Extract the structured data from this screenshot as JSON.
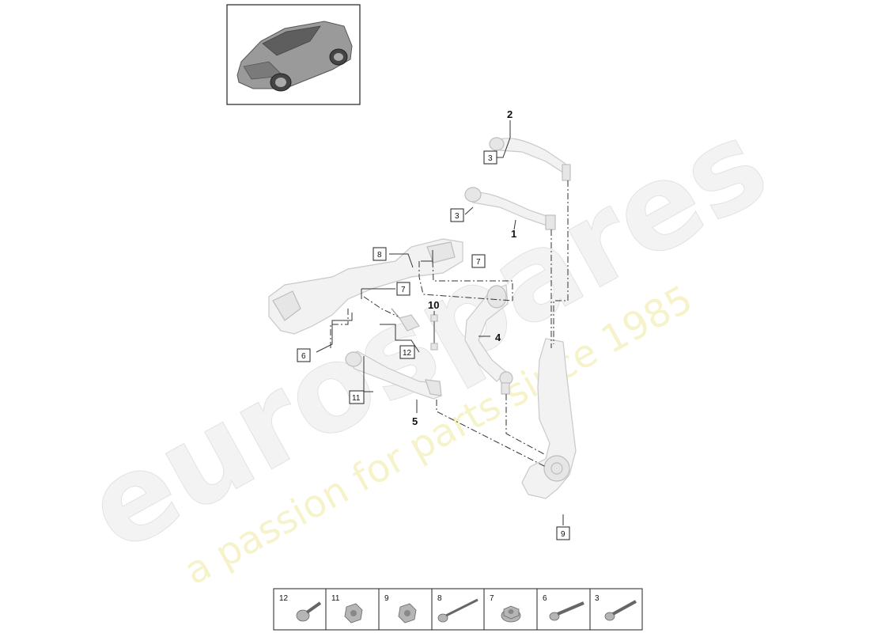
{
  "watermark": {
    "brand": "eurospares",
    "tagline": "a passion for parts since 1985"
  },
  "callouts": {
    "c1": "1",
    "c2": "2",
    "c3a": "3",
    "c3b": "3",
    "c4": "4",
    "c5": "5",
    "c6": "6",
    "c7a": "7",
    "c7b": "7",
    "c8": "8",
    "c9": "9",
    "c10": "10",
    "c11": "11",
    "c12": "12"
  },
  "footer_parts": [
    "12",
    "11",
    "9",
    "8",
    "7",
    "6",
    "3"
  ],
  "icons": {
    "vehicle": "suv-thumbnail-icon",
    "hardware": [
      "flange-bolt-icon",
      "hex-nut-icon",
      "hex-nut-icon",
      "long-bolt-icon",
      "flange-nut-icon",
      "bolt-icon",
      "bolt-icon"
    ]
  }
}
